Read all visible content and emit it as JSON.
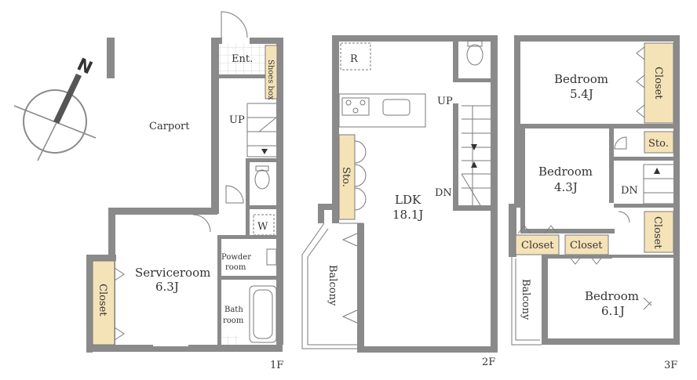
{
  "floors": {
    "f1": {
      "label": "1F",
      "rooms": {
        "carport": "Carport",
        "entrance": "Ent.",
        "shoes_box": "Shoes box",
        "up": "UP",
        "washer": "W",
        "powder_room_1": "Powder",
        "powder_room_2": "room",
        "bath_1": "Bath",
        "bath_2": "room",
        "serviceroom": "Serviceroom",
        "serviceroom_size": "6.3J",
        "closet": "Closet"
      }
    },
    "f2": {
      "label": "2F",
      "rooms": {
        "refrigerator": "R",
        "up": "UP",
        "dn": "DN",
        "storage": "Sto.",
        "ldk": "LDK",
        "ldk_size": "18.1J",
        "balcony": "Balcony"
      }
    },
    "f3": {
      "label": "3F",
      "rooms": {
        "bedroom_a": "Bedroom",
        "bedroom_a_size": "5.4J",
        "closet_a": "Closet",
        "storage": "Sto.",
        "bedroom_b": "Bedroom",
        "bedroom_b_size": "4.3J",
        "dn": "DN",
        "closet_b": "Closet",
        "closet_c": "Closet",
        "closet_d": "Closet",
        "balcony": "Balcony",
        "bedroom_c": "Bedroom",
        "bedroom_c_size": "6.1J"
      }
    }
  },
  "compass": {
    "letter": "N"
  },
  "colors": {
    "wall": "#8a8a8a",
    "closet": "#f5e3b8",
    "line": "#7a7a7a"
  }
}
